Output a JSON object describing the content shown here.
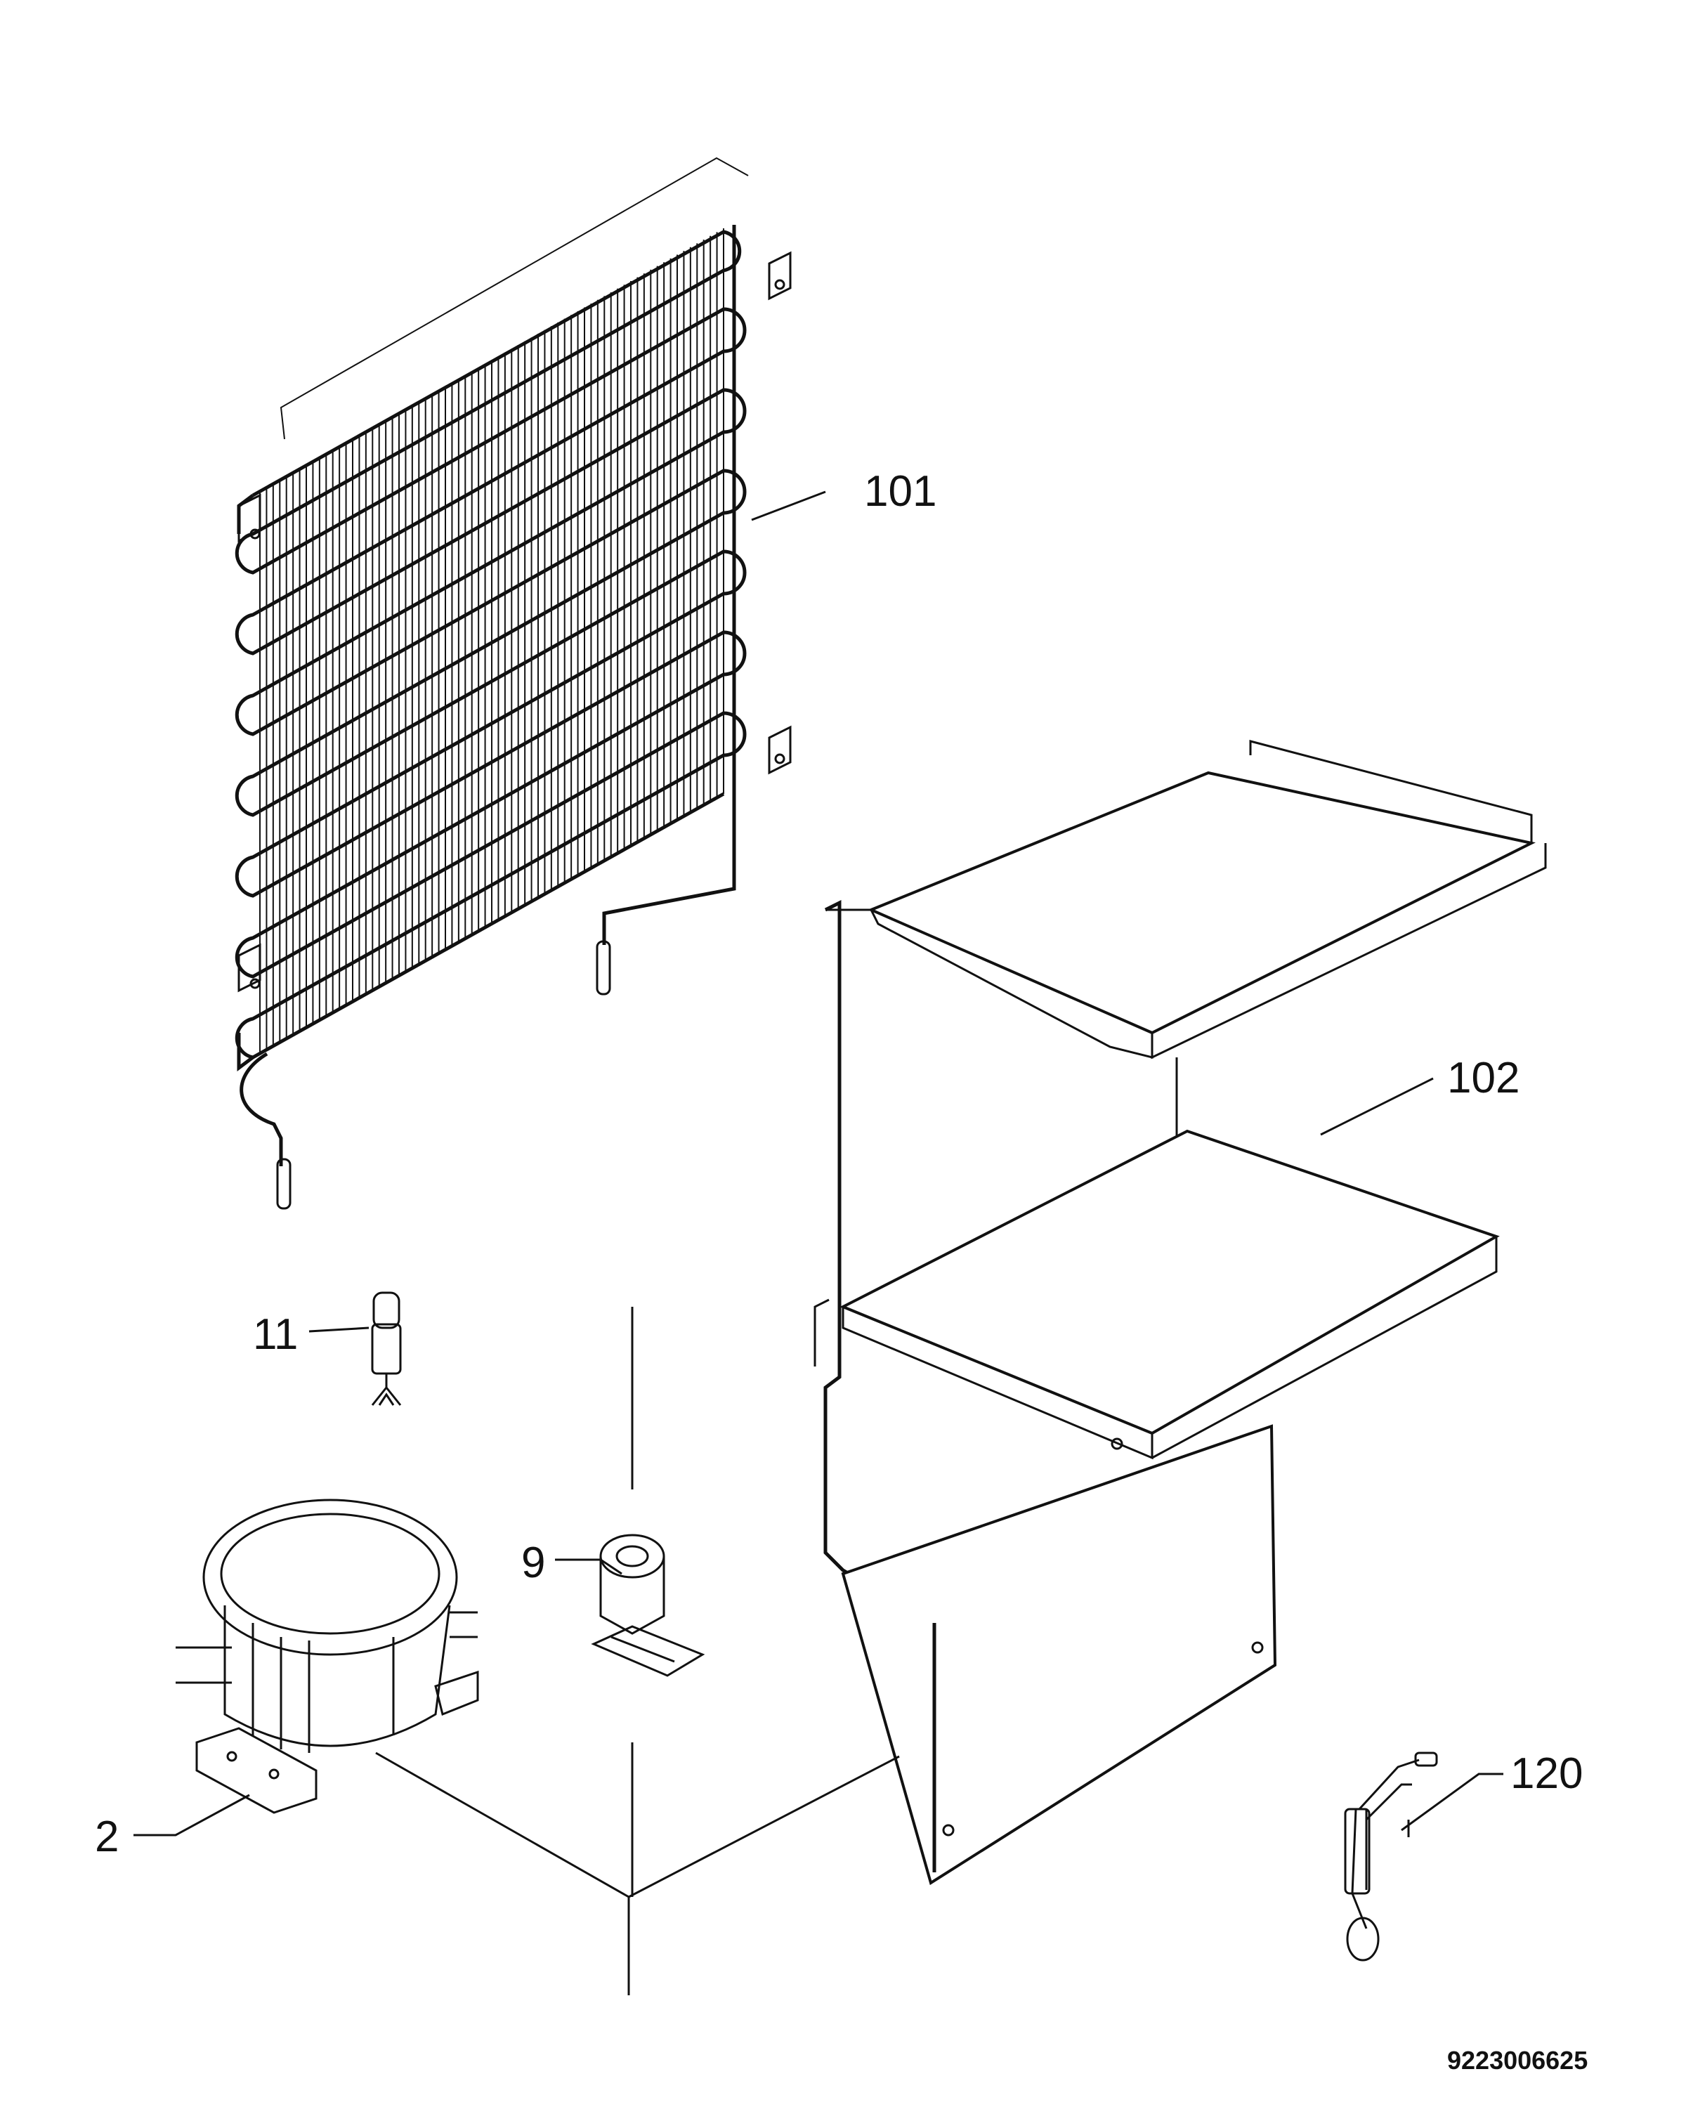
{
  "labels": {
    "condenser": "101",
    "cabinet_frame": "102",
    "part_11": "11",
    "part_9": "9",
    "compressor": "2",
    "part_120": "120"
  },
  "drawing_number": "9223006625"
}
